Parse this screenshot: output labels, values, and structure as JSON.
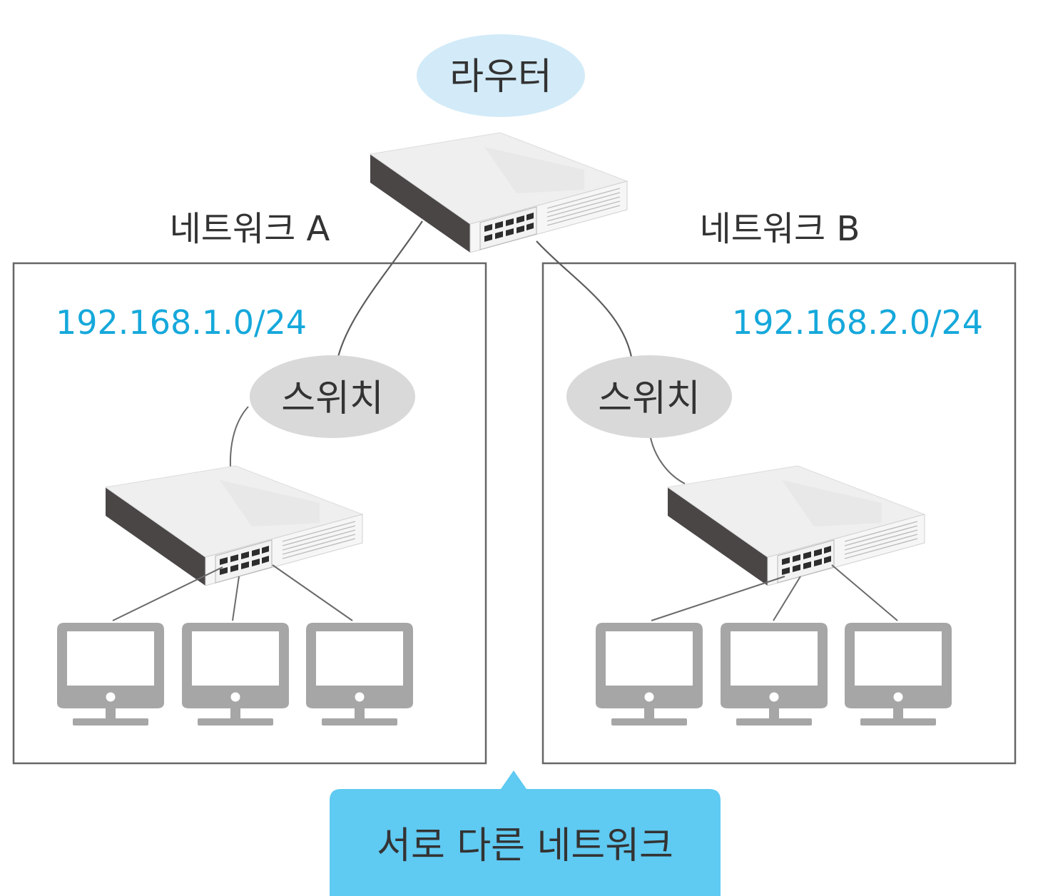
{
  "router": {
    "label": "라우터"
  },
  "networks": [
    {
      "title": "네트워크 A",
      "subnet": "192.168.1.0/24",
      "switch_label": "스위치"
    },
    {
      "title": "네트워크 B",
      "subnet": "192.168.2.0/24",
      "switch_label": "스위치"
    }
  ],
  "callout": {
    "label": "서로 다른 네트워크"
  },
  "colors": {
    "router_bubble": "#d3ebf8",
    "switch_bubble": "#d9d9d9",
    "subnet_text": "#15a8db",
    "callout_bg": "#5fcaf2",
    "computer": "#a6a6a6",
    "text": "#333333"
  }
}
